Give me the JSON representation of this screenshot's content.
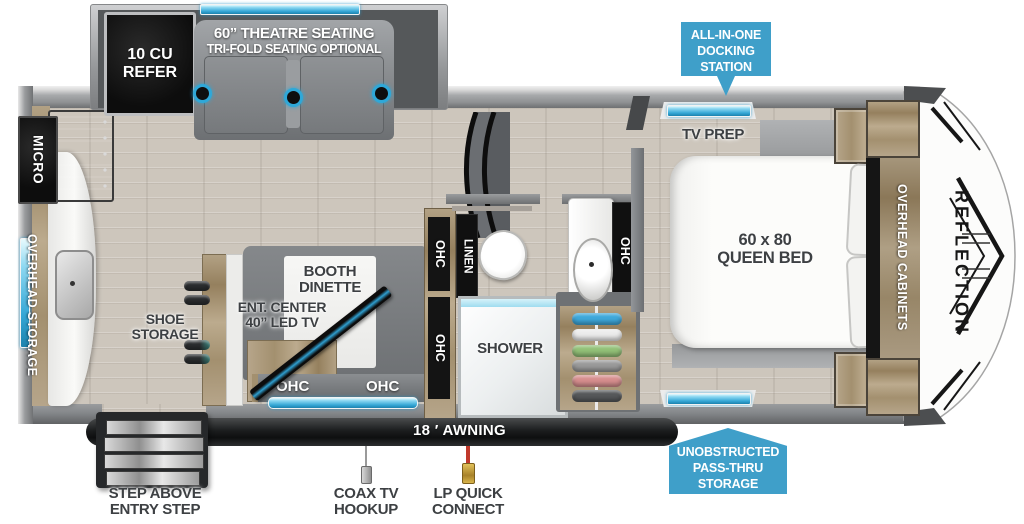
{
  "title": "RV floor plan - Reflection fifth wheel",
  "colors": {
    "callout_blue": "#3F9FC9",
    "window_blue": "#49B8E4",
    "awning_bar": "#232526",
    "label_gray": "#3D4043",
    "wall_gray": "#8E9092",
    "wood_tan": "#AC9A7B",
    "shoe_colors": [
      "#3FA9DC",
      "#ECECEC",
      "#93C178",
      "#9B9B9B",
      "#D78F8F",
      "#57595B"
    ]
  },
  "callouts": {
    "docking1": "ALL-IN-ONE",
    "docking2": "DOCKING",
    "docking3": "STATION",
    "passthru1": "UNOBSTRUCTED",
    "passthru2": "PASS-THRU",
    "passthru3": "STORAGE"
  },
  "labels": {
    "refer1": "10 CU",
    "refer2": "REFER",
    "theatre1": "60” THEATRE SEATING",
    "theatre2": "TRI-FOLD SEATING OPTIONAL",
    "micro": "MICRO",
    "overhead_storage": "OVERHEAD STORAGE",
    "shoe1": "SHOE",
    "shoe2": "STORAGE",
    "ent1": "ENT. CENTER",
    "ent2": "40” LED TV",
    "booth1": "BOOTH",
    "booth2": "DINETTE",
    "ohc": "OHC",
    "linen": "LINEN",
    "shower": "SHOWER",
    "tv_prep": "TV PREP",
    "queen1": "60 x 80",
    "queen2": "QUEEN BED",
    "overhead_cabinets": "OVERHEAD CABINETS",
    "reflection": "REFLECTION",
    "awning": "18 ′ AWNING",
    "step1": "STEP ABOVE",
    "step2": "ENTRY STEP",
    "coax1": "COAX TV",
    "coax2": "HOOKUP",
    "lp1": "LP QUICK",
    "lp2": "CONNECT"
  }
}
